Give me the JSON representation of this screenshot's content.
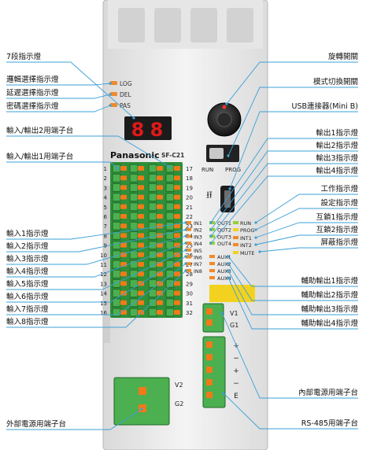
{
  "callouts_left": [
    "7段指示燈",
    "邏輯選擇指示燈",
    "延遲選擇指示燈",
    "密碼選擇指示燈",
    "輸入/輸出2用端子台",
    "輸入/輸出1用端子台",
    "輸入1指示燈",
    "輸入2指示燈",
    "輸入3指示燈",
    "輸入4指示燈",
    "輸入5指示燈",
    "輸入6指示燈",
    "輸入7指示燈",
    "輸入8指示燈",
    "外部電源用端子台"
  ],
  "callouts_right": [
    "旋轉開關",
    "模式切換開關",
    "USB連接器(Mini B)",
    "輸出1指示燈",
    "輸出2指示燈",
    "輸出3指示燈",
    "輸出4指示燈",
    "工作指示燈",
    "設定指示燈",
    "互鎖1指示燈",
    "互鎖2指示燈",
    "屏蔽指示燈",
    "輔助輸出1指示燈",
    "輔助輸出2指示燈",
    "輔助輸出3指示燈",
    "輔助輸出4指示燈",
    "內部電源用端子台",
    "RS-485用端子台"
  ],
  "device": {
    "brand": "Panasonic",
    "model": "SF-C21",
    "display": "88",
    "select_leds": [
      "LOG",
      "DEL",
      "PAS"
    ],
    "switch_labels": [
      "RUN",
      "PROG"
    ],
    "left_numbers": [
      "1",
      "2",
      "3",
      "4",
      "5",
      "6",
      "7",
      "8",
      "9",
      "10",
      "11",
      "12",
      "13",
      "14",
      "15",
      "16"
    ],
    "right_numbers": [
      "17",
      "18",
      "19",
      "20",
      "21",
      "22",
      "23",
      "24",
      "25",
      "26",
      "27",
      "28",
      "29",
      "30",
      "31",
      "32"
    ],
    "input_leds": [
      "IN1",
      "IN2",
      "IN3",
      "IN4",
      "IN5",
      "IN6",
      "IN7",
      "IN8"
    ],
    "output_leds": [
      "OUT1",
      "OUT2",
      "OUT3",
      "OUT4"
    ],
    "status_leds": [
      "RUN",
      "PROG",
      "INT1",
      "INT2",
      "MUTE"
    ],
    "aux_leds": [
      "AUX1",
      "AUX2",
      "AUX3",
      "AUX4"
    ],
    "rs485_terminals": [
      "+",
      "−",
      "+",
      "−",
      "E"
    ],
    "power_terminals": [
      "V1",
      "G1"
    ],
    "ext_power_terminals": [
      "V2",
      "G2"
    ]
  },
  "colors": {
    "terminal_green": "#4caf50",
    "lever_orange": "#f07a18",
    "led_orange": "#f08a2a",
    "led_green": "#9acd32",
    "led_yellow": "#f3d21f",
    "display_red": "#e01818",
    "leader_line": "#3aa0d8"
  }
}
